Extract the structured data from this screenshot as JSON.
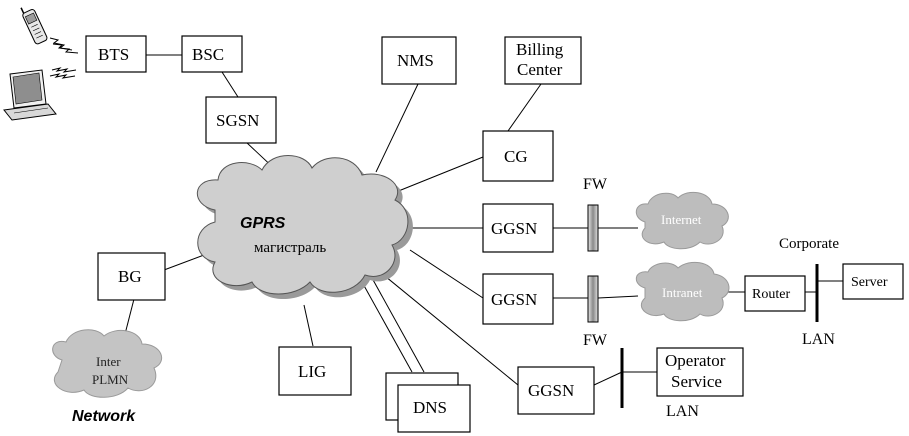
{
  "nodes": {
    "bts": "BTS",
    "bsc": "BSC",
    "sgsn": "SGSN",
    "nms": "NMS",
    "billing_line1": "Billing",
    "billing_line2": "Center",
    "cg": "CG",
    "ggsn1": "GGSN",
    "ggsn2": "GGSN",
    "ggsn3": "GGSN",
    "bg": "BG",
    "lig": "LIG",
    "dns": "DNS",
    "router": "Router",
    "server": "Server",
    "operator_line1": "Operator",
    "operator_line2": "Service"
  },
  "clouds": {
    "gprs_title": "GPRS",
    "gprs_sub": "магистраль",
    "internet": "Internet",
    "intranet": "Intranet",
    "plmn_line1": "Inter",
    "plmn_line2": "PLMN",
    "plmn_caption": "Network"
  },
  "labels": {
    "fw_top": "FW",
    "fw_bottom": "FW",
    "corporate": "Corporate",
    "lan_corp": "LAN",
    "lan_op": "LAN"
  },
  "colors": {
    "cloud_fill": "#c8c8c8",
    "cloud_stroke": "#707070",
    "firewall_fill": "#a0a0a0"
  },
  "icons": [
    "mobile-phone-icon",
    "laptop-icon"
  ]
}
